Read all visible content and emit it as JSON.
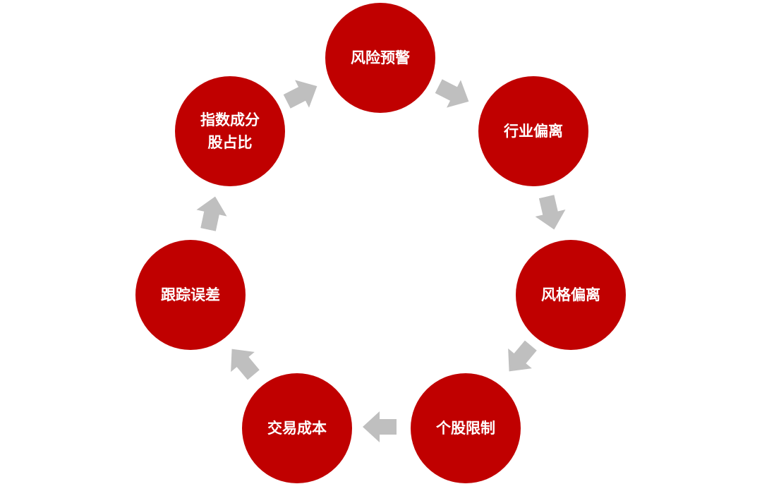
{
  "colors": {
    "node_fill": "#c00000",
    "node_text": "#ffffff",
    "arrow_fill": "#bfbfbf"
  },
  "nodes": [
    {
      "lines": [
        "风险预警"
      ]
    },
    {
      "lines": [
        "行业偏离"
      ]
    },
    {
      "lines": [
        "风格偏离"
      ]
    },
    {
      "lines": [
        "个股限制"
      ]
    },
    {
      "lines": [
        "交易成本"
      ]
    },
    {
      "lines": [
        "跟踪误差"
      ]
    },
    {
      "lines": [
        "指数成分",
        "股占比"
      ]
    }
  ],
  "arrow_icon": "block-arrow-icon"
}
